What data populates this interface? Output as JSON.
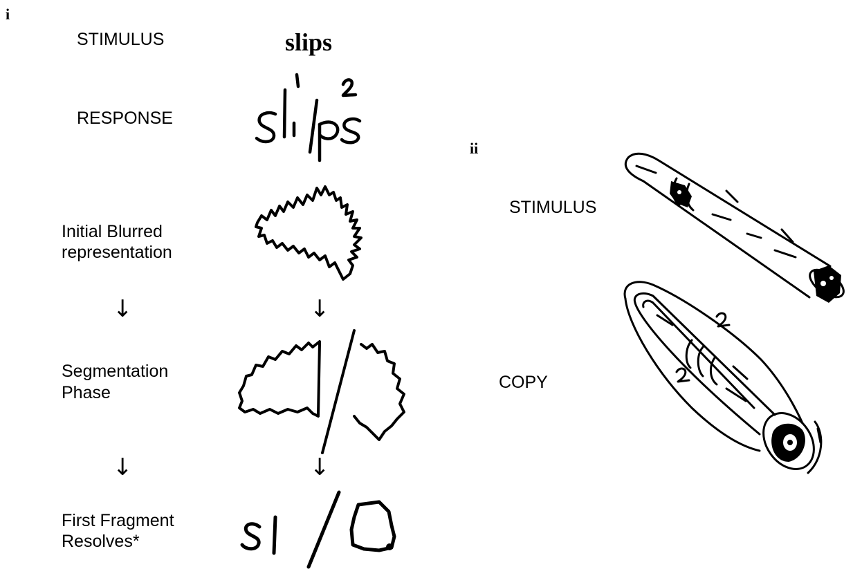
{
  "panel_i": {
    "label": "i",
    "stimulus_label": "STIMULUS",
    "stimulus_word": "slips",
    "response_label": "RESPONSE",
    "response_marks": [
      "1",
      "2"
    ],
    "stage1_label_line1": "Initial Blurred",
    "stage1_label_line2": "representation",
    "stage2_label_line1": "Segmentation",
    "stage2_label_line2": "Phase",
    "stage3_label_line1": "First Fragment",
    "stage3_label_line2": "Resolves*",
    "arrow_glyph": "↓"
  },
  "panel_ii": {
    "label": "ii",
    "stimulus_label": "STIMULUS",
    "copy_label": "COPY",
    "copy_marks": [
      "2",
      "2",
      "1"
    ]
  }
}
